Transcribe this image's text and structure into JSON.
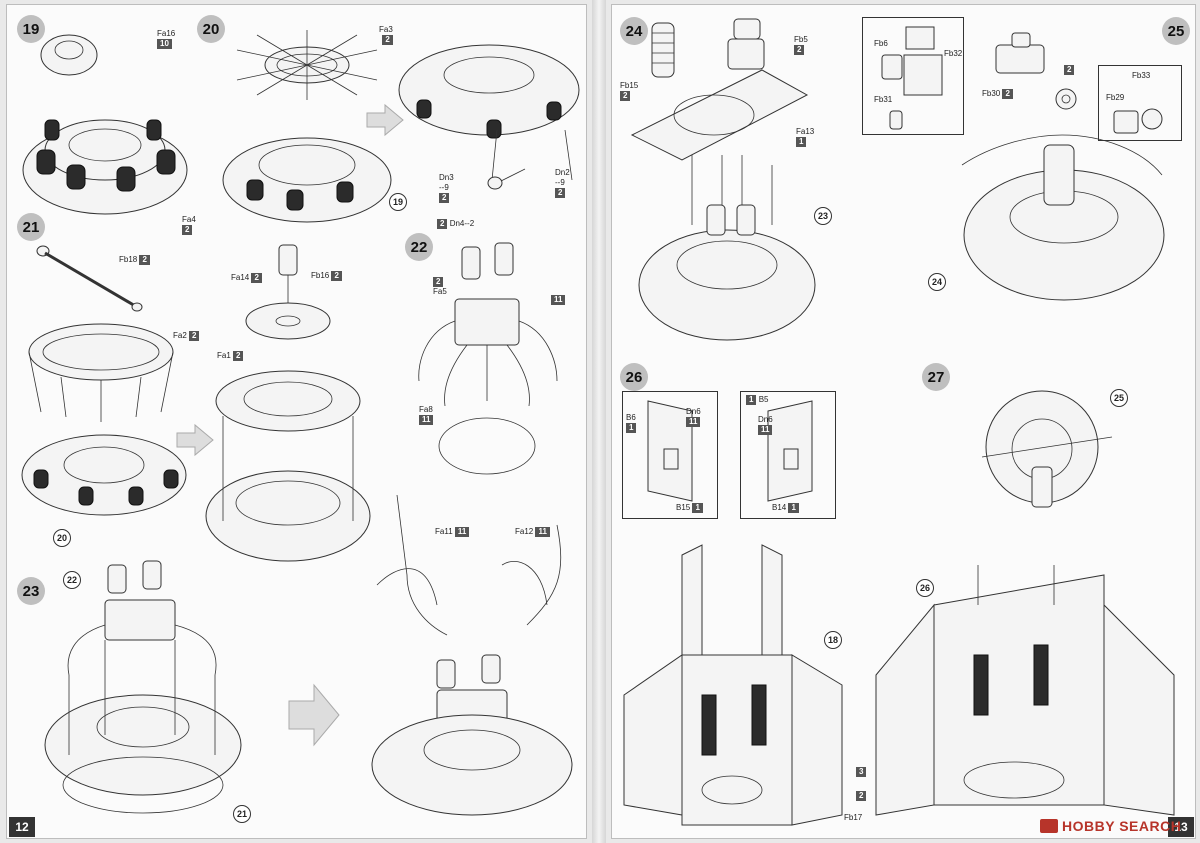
{
  "left_page": {
    "page_number": "12",
    "steps": [
      {
        "number": "19",
        "parts": [
          {
            "id": "Fa16",
            "qty": "10"
          },
          {
            "id": "Fa4",
            "qty": "2"
          }
        ]
      },
      {
        "number": "20",
        "parts": [
          {
            "id": "Fa3",
            "qty": "2"
          },
          {
            "id": "Dn3",
            "qty": "2",
            "note": "-9"
          },
          {
            "id": "Dn2",
            "qty": "2",
            "note": "-9"
          }
        ],
        "refs": [
          "19"
        ]
      },
      {
        "number": "21",
        "parts": [
          {
            "id": "Fb18",
            "qty": "2"
          },
          {
            "id": "Fa2",
            "qty": "2"
          },
          {
            "id": "Fa14",
            "qty": "2"
          },
          {
            "id": "Fb16",
            "qty": "2"
          },
          {
            "id": "Fa1",
            "qty": "2"
          }
        ],
        "refs": [
          "20"
        ]
      },
      {
        "number": "22",
        "parts": [
          {
            "id": "Dn4",
            "qty": "2",
            "note": "-2"
          },
          {
            "id": "Fa5",
            "qty": "2"
          },
          {
            "id": "",
            "qty": "11"
          },
          {
            "id": "Fa8",
            "qty": "11"
          }
        ]
      },
      {
        "number": "23",
        "parts": [
          {
            "id": "Fa11",
            "qty": "11"
          },
          {
            "id": "Fa12",
            "qty": "11"
          }
        ],
        "refs": [
          "22",
          "21"
        ]
      }
    ]
  },
  "right_page": {
    "page_number": "13",
    "steps": [
      {
        "number": "24",
        "parts": [
          {
            "id": "Fb15",
            "qty": "2"
          },
          {
            "id": "Fb5",
            "qty": "2"
          },
          {
            "id": "Fa13",
            "qty": "1"
          }
        ],
        "refs": [
          "23"
        ]
      },
      {
        "number": "25",
        "parts": [
          {
            "id": "Fb6",
            "qty": ""
          },
          {
            "id": "Fb32",
            "qty": ""
          },
          {
            "id": "Fb31",
            "qty": ""
          },
          {
            "id": "Fb30",
            "qty": "2"
          },
          {
            "id": "",
            "qty": "2"
          },
          {
            "id": "Fb33",
            "qty": ""
          },
          {
            "id": "Fb29",
            "qty": ""
          }
        ],
        "refs": [
          "24"
        ]
      },
      {
        "number": "26",
        "parts": [
          {
            "id": "B6",
            "qty": "1"
          },
          {
            "id": "Dn6",
            "qty": "11"
          },
          {
            "id": "B15",
            "qty": "1"
          },
          {
            "id": "B5",
            "qty": "1"
          },
          {
            "id": "Dn6",
            "qty": "11"
          },
          {
            "id": "B14",
            "qty": "1"
          },
          {
            "id": "",
            "qty": "3"
          },
          {
            "id": "",
            "qty": "2"
          },
          {
            "id": "Fb17",
            "qty": ""
          }
        ],
        "refs": [
          "18"
        ]
      },
      {
        "number": "27",
        "parts": [],
        "refs": [
          "25",
          "26"
        ]
      }
    ]
  },
  "watermark": {
    "brand": "HOBBY SEARCH"
  },
  "colors": {
    "step_badge": "#bfbfbf",
    "qty_box": "#555555",
    "watermark": "#b7342a"
  }
}
